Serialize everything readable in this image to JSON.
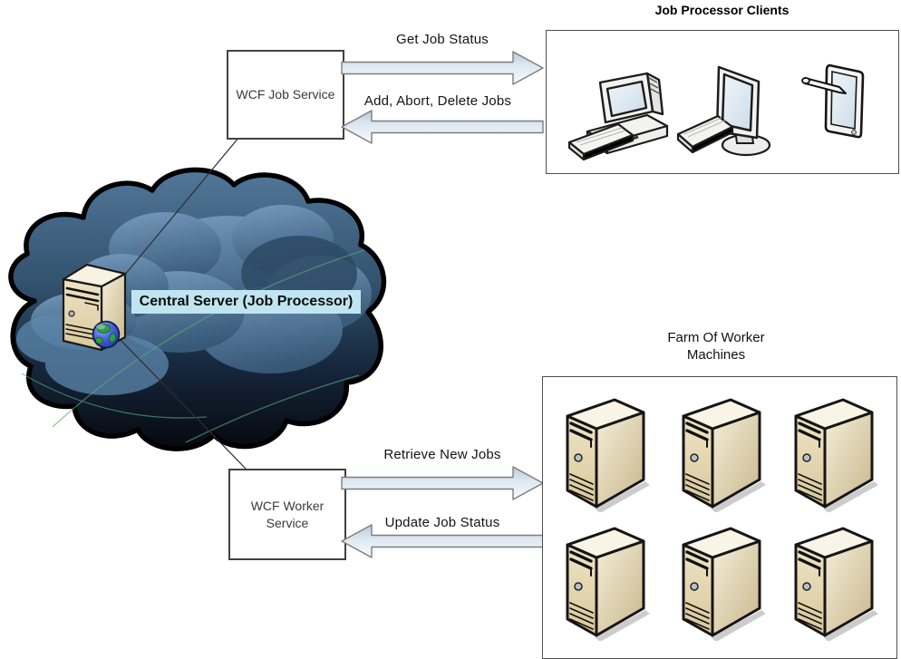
{
  "clients": {
    "title": "Job Processor Clients",
    "devices": [
      "desktop computer",
      "monitor",
      "tablet"
    ]
  },
  "services": {
    "job": {
      "label": "WCF Job Service"
    },
    "worker": {
      "label_line1": "WCF Worker",
      "label_line2": "Service"
    }
  },
  "central_server": {
    "label": "Central Server (Job Processor)"
  },
  "farm": {
    "title_line1": "Farm Of Worker",
    "title_line2": "Machines",
    "machine_count": 6
  },
  "flows": {
    "get_job_status": {
      "label": "Get Job Status",
      "direction": "right"
    },
    "add_abort_delete_jobs": {
      "label": "Add, Abort, Delete Jobs",
      "direction": "left"
    },
    "retrieve_new_jobs": {
      "label": "Retrieve New Jobs",
      "direction": "right"
    },
    "update_job_status": {
      "label": "Update Job Status",
      "direction": "left"
    }
  },
  "colors": {
    "central_label_bg": "#bfe5f1",
    "arrow_fill_top": "#b9cbdc",
    "arrow_fill_bottom": "#f7fafd",
    "arrow_border": "#7d7d7d",
    "cloud_top": "#527799",
    "cloud_bottom": "#06090f",
    "machine_body": "#e8dbb6"
  }
}
